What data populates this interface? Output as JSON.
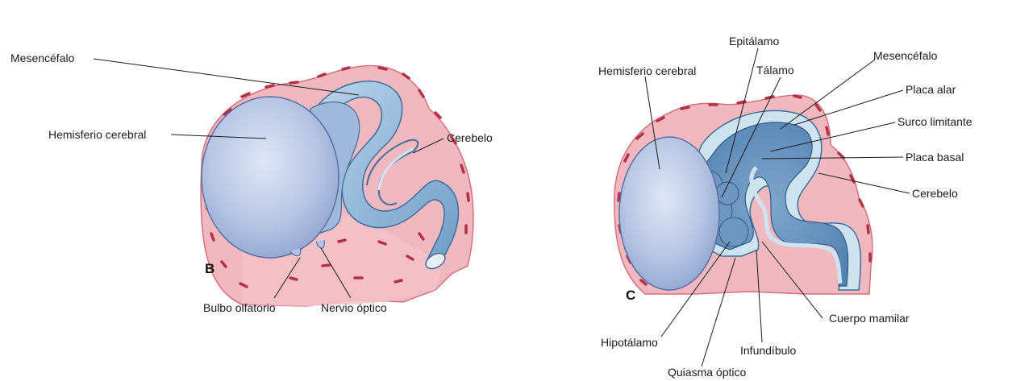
{
  "panels": {
    "b": {
      "letter": "B",
      "labels": {
        "mesencefalo": "Mesencéfalo",
        "hemisferio_cerebral": "Hemisferio cerebral",
        "cerebelo": "Cerebelo",
        "bulbo_olfatorio": "Bulbo olfatorio",
        "nervio_optico": "Nervio óptico"
      }
    },
    "c": {
      "letter": "C",
      "labels": {
        "epitalamo": "Epitálamo",
        "hemisferio_cerebral": "Hemisferio cerebral",
        "talamo": "Tálamo",
        "mesencefalo": "Mesencéfalo",
        "placa_alar": "Placa alar",
        "surco_limitante": "Surco limitante",
        "placa_basal": "Placa basal",
        "cerebelo": "Cerebelo",
        "cuerpo_mamilar": "Cuerpo mamilar",
        "hipotalamo": "Hipotálamo",
        "infundibulo": "Infundíbulo",
        "quiasma_optico": "Quiasma óptico"
      }
    }
  },
  "colors": {
    "mesoderm_pink": "#f2b8c0",
    "mesoderm_outline": "#d4707e",
    "vessel_red": "#b53048",
    "brain_blue": "#a9c4de",
    "brain_blue_dark": "#5d8bb5",
    "ventricle_light": "#cde3f0",
    "line": "#1a1a1a"
  }
}
